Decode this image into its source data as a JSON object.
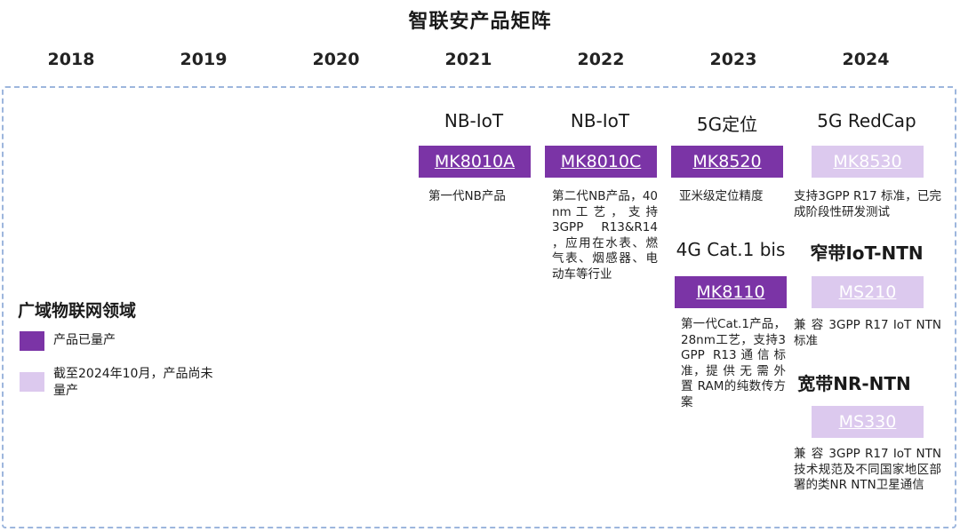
{
  "title": "智联安产品矩阵",
  "years": [
    "2018",
    "2019",
    "2020",
    "2021",
    "2022",
    "2023",
    "2024"
  ],
  "colors": {
    "mass_production": "#7b34a6",
    "not_yet": "#dcc9ee",
    "frame": "#9db6dd"
  },
  "legend": {
    "title": "广域物联网领域",
    "items": [
      {
        "label": "产品已量产",
        "color": "#7b34a6"
      },
      {
        "label": "截至2024年10月，产品尚未量产",
        "color": "#dcc9ee"
      }
    ]
  },
  "products": [
    {
      "category": "NB-IoT",
      "model": "MK8010A",
      "status": "量产",
      "desc": "第一代NB产品"
    },
    {
      "category": "NB-IoT",
      "model": "MK8010C",
      "status": "量产",
      "desc": "第二代NB产品，40nm 工 艺 ， 支 持 3GPP R13&R14 ，应用在水表、燃气表、烟感器、电动车等行业"
    },
    {
      "category": "5G定位",
      "model": "MK8520",
      "status": "量产",
      "desc": "亚米级定位精度"
    },
    {
      "category": "4G Cat.1 bis",
      "model": "MK8110",
      "status": "量产",
      "desc": "第一代Cat.1产品，28nm工艺，支持3GPP R13通信标准，提 供 无 需 外 置 RAM的纯数传方案"
    },
    {
      "category": "5G RedCap",
      "model": "MK8530",
      "status": "未量产",
      "desc": "支持3GPP R17 标准，已完成阶段性研发测试"
    },
    {
      "category": "窄带IoT-NTN",
      "model": "MS210",
      "status": "未量产",
      "desc": "兼 容 3GPP R17 IoT NTN标准"
    },
    {
      "category": "宽带NR-NTN",
      "model": "MS330",
      "status": "未量产",
      "desc": "兼 容 3GPP R17 IoT NTN技术规范及不同国家地区部署的类NR NTN卫星通信"
    }
  ]
}
